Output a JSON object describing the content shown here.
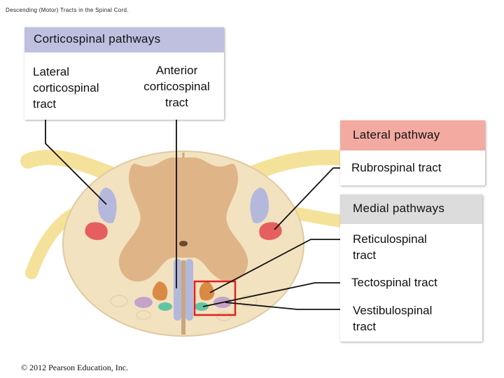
{
  "title": "Descending (Motor) Tracts in the Spinal Cord.",
  "corticospinal": {
    "heading": "Corticospinal pathways",
    "lateral_line1": "Lateral",
    "lateral_line2": "corticospinal",
    "lateral_line3": "tract",
    "anterior_line1": "Anterior",
    "anterior_line2": "corticospinal",
    "anterior_line3": "tract",
    "header_color": "#bfc0e0"
  },
  "lateral_pathway": {
    "heading": "Lateral pathway",
    "item": "Rubrospinal tract",
    "header_color": "#f3aaa0"
  },
  "medial_pathways": {
    "heading": "Medial pathways",
    "item1_line1": "Reticulospinal",
    "item1_line2": "tract",
    "item2": "Tectospinal tract",
    "item3_line1": "Vestibulospinal",
    "item3_line2": "tract",
    "header_color": "#dcdcdc"
  },
  "colors": {
    "white_matter": "#f2e2c0",
    "gray_matter": "#dfb487",
    "nerve_roots": "#f5e29a",
    "corticospinal_tract": "#b4b8dc",
    "rubrospinal_tract": "#e65f5f",
    "reticulospinal_tract": "#d98a45",
    "tectospinal_tract": "#62c4a3",
    "vestibulospinal_tract": "#c5a3c8",
    "highlight_box": "#e02020"
  },
  "copyright": "© 2012 Pearson Education, Inc."
}
